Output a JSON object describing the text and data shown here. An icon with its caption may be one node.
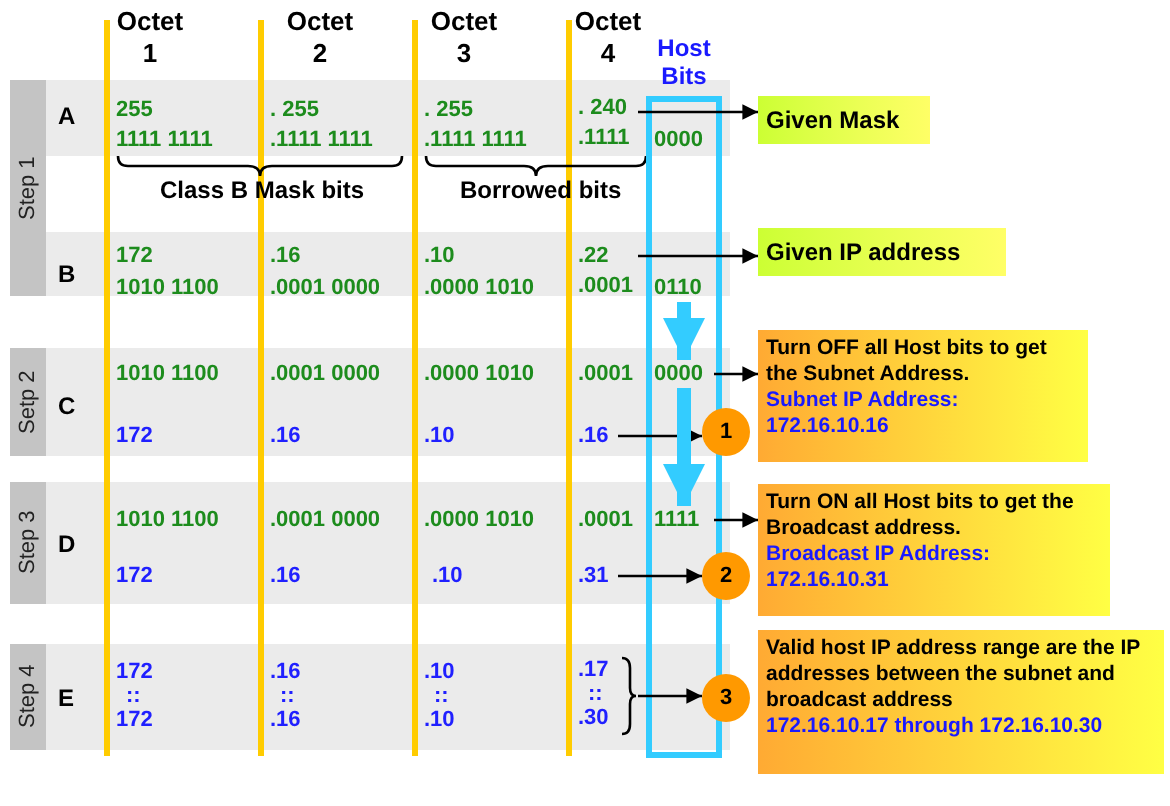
{
  "diagram": {
    "nodes": [
      {
        "text": [
          "Host Bits"
        ]
      },
      {
        "text": [
          ". 240",
          ".1111"
        ]
      },
      {
        "text": [
          "0000"
        ],
        "in": 0
      },
      {
        "text": [
          "Given Mask"
        ]
      },
      {
        "text": [
          ".22",
          ".0001"
        ]
      },
      {
        "text": [
          "0110"
        ],
        "in": 0
      },
      {
        "text": [
          "Given IP address"
        ]
      },
      {
        "text": [
          "0000"
        ],
        "in": 0
      },
      {
        "text": [
          "Turn OFF all Host bits to get the Subnet Address.",
          "Subnet IP Address: 172.16.10.16"
        ]
      },
      {
        "text": [
          ".16"
        ]
      },
      {
        "text": [
          "1"
        ]
      },
      {
        "text": [
          "1111"
        ],
        "in": 0
      },
      {
        "text": [
          "Turn ON all Host bits to get the Broadcast address.",
          "Broadcast IP Address: 172.16.10.31"
        ]
      },
      {
        "text": [
          ".31"
        ]
      },
      {
        "text": [
          "2"
        ]
      },
      {
        "text": [
          ".17",
          "::",
          ".30"
        ]
      },
      {
        "text": [
          "3"
        ]
      },
      {
        "text": [
          "Valid host IP address range are the IP addresses between the subnet and broadcast address",
          "172.16.10.17 through 172.16.10.30"
        ]
      }
    ],
    "edges": [
      {
        "from": 1,
        "to": 3,
        "arrow": "to"
      },
      {
        "from": 4,
        "to": 6,
        "arrow": "to"
      },
      {
        "from": 5,
        "to": 7,
        "arrow": "to",
        "style": "thick",
        "color": "#33ccff"
      },
      {
        "from": 7,
        "to": 8,
        "arrow": "to"
      },
      {
        "from": 9,
        "to": 10,
        "arrow": "to"
      },
      {
        "from": 7,
        "to": 11,
        "arrow": "to",
        "style": "thick",
        "color": "#33ccff"
      },
      {
        "from": 11,
        "to": 12,
        "arrow": "to"
      },
      {
        "from": 13,
        "to": 14,
        "arrow": "to"
      },
      {
        "from": 15,
        "to": 16,
        "arrow": "to"
      }
    ],
    "labels": [
      "Octet 1",
      "Octet 2",
      "Octet 3",
      "Octet 4",
      "Step 1",
      "A",
      "255",
      "1111 1111",
      ". 255",
      ".1111 1111",
      ". 255",
      ".1111 1111",
      "Class B Mask bits",
      "Borrowed bits",
      "B",
      "172",
      "1010 1100",
      ".16",
      ".0001 0000",
      ".10",
      ".0000 1010",
      "Setp 2",
      "C",
      "1010 1100",
      ".0001 0000",
      ".0000 1010",
      ".0001",
      "172",
      ".16",
      ".10",
      "Step 3",
      "D",
      "1010 1100",
      ".0001 0000",
      ".0000 1010",
      ".0001",
      "172",
      ".16",
      ".10",
      "Step 4",
      "E",
      "172",
      "::",
      "172",
      ".16",
      "::",
      ".16",
      ".10",
      "::",
      ".10"
    ]
  }
}
